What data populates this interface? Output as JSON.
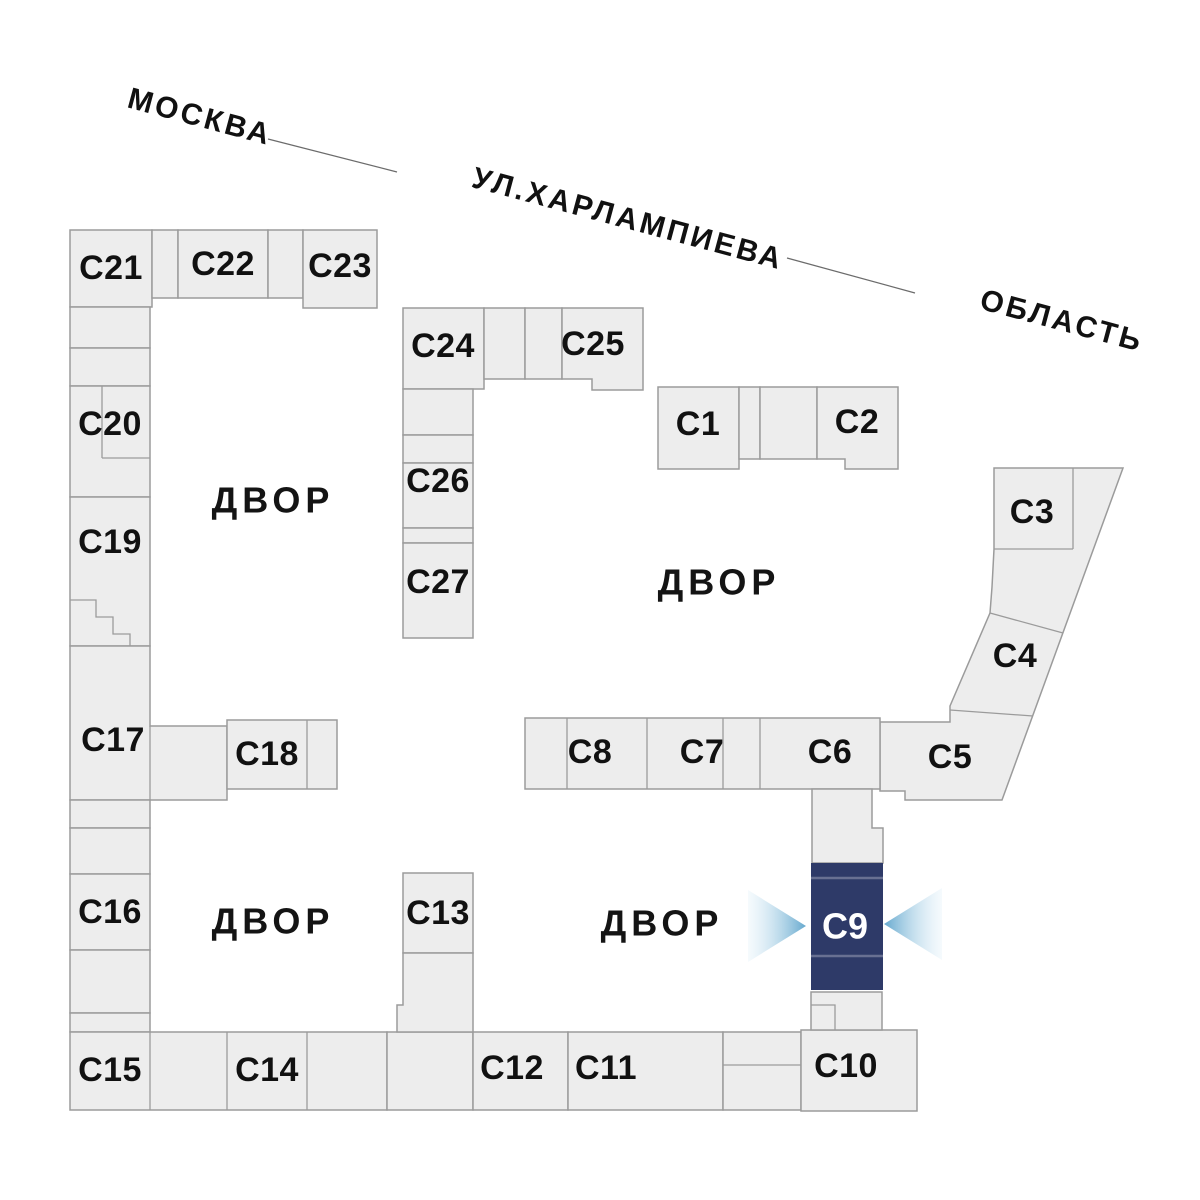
{
  "legend": {
    "city": "МОСКВА",
    "street": "УЛ.ХАРЛАМПИЕВА",
    "region": "ОБЛАСТЬ"
  },
  "courtyards": [
    {
      "label": "ДВОР"
    },
    {
      "label": "ДВОР"
    },
    {
      "label": "ДВОР"
    },
    {
      "label": "ДВОР"
    }
  ],
  "blocks": {
    "c1": {
      "label": "С1",
      "highlighted": false
    },
    "c2": {
      "label": "С2",
      "highlighted": false
    },
    "c3": {
      "label": "С3",
      "highlighted": false
    },
    "c4": {
      "label": "С4",
      "highlighted": false
    },
    "c5": {
      "label": "С5",
      "highlighted": false
    },
    "c6": {
      "label": "С6",
      "highlighted": false
    },
    "c7": {
      "label": "С7",
      "highlighted": false
    },
    "c8": {
      "label": "С8",
      "highlighted": false
    },
    "c9": {
      "label": "С9",
      "highlighted": true
    },
    "c10": {
      "label": "С10",
      "highlighted": false
    },
    "c11": {
      "label": "С11",
      "highlighted": false
    },
    "c12": {
      "label": "С12",
      "highlighted": false
    },
    "c13": {
      "label": "С13",
      "highlighted": false
    },
    "c14": {
      "label": "С14",
      "highlighted": false
    },
    "c15": {
      "label": "С15",
      "highlighted": false
    },
    "c16": {
      "label": "С16",
      "highlighted": false
    },
    "c17": {
      "label": "С17",
      "highlighted": false
    },
    "c18": {
      "label": "С18",
      "highlighted": false
    },
    "c19": {
      "label": "С19",
      "highlighted": false
    },
    "c20": {
      "label": "С20",
      "highlighted": false
    },
    "c21": {
      "label": "С21",
      "highlighted": false
    },
    "c22": {
      "label": "С22",
      "highlighted": false
    },
    "c23": {
      "label": "С23",
      "highlighted": false
    },
    "c24": {
      "label": "С24",
      "highlighted": false
    },
    "c25": {
      "label": "С25",
      "highlighted": false
    },
    "c26": {
      "label": "С26",
      "highlighted": false
    },
    "c27": {
      "label": "С27",
      "highlighted": false
    }
  },
  "colors": {
    "block_fill": "#EDEDED",
    "block_stroke": "#9B9B9B",
    "highlight_fill": "#2E3A68",
    "highlight_text": "#FFFFFF",
    "arrow_tip": "#66A9CE",
    "arrow_base": "#D8ECF7"
  }
}
